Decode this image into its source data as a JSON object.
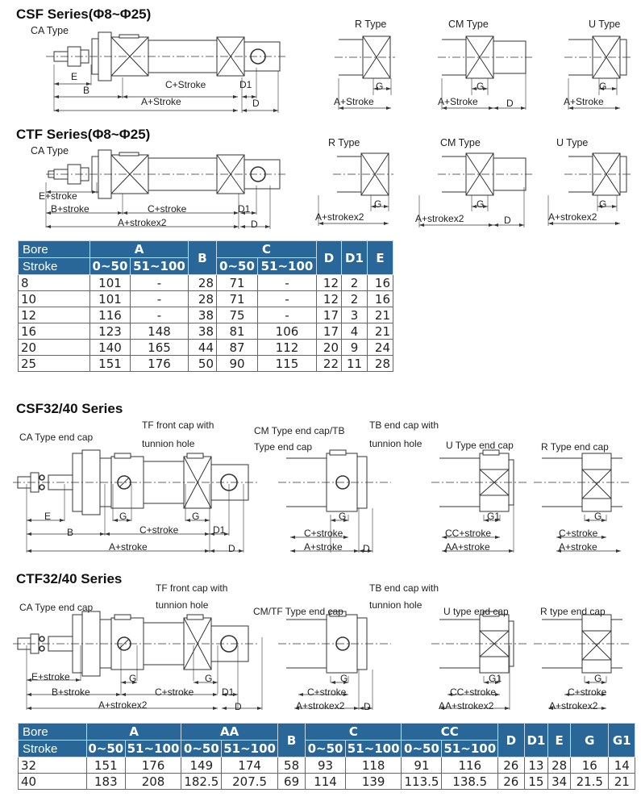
{
  "csf": {
    "title": "CSF Series(Φ8~Φ25)",
    "ca_type": "CA Type",
    "r_type": "R Type",
    "cm_type": "CM Type",
    "u_type": "U Type",
    "dims": {
      "e": "E",
      "b": "B",
      "c": "C+Stroke",
      "d1": "D1",
      "a": "A+Stroke",
      "d": "D",
      "g": "G"
    }
  },
  "ctf": {
    "title": "CTF Series(Φ8~Φ25)",
    "ca_type": "CA Type",
    "r_type": "R Type",
    "cm_type": "CM Type",
    "u_type": "U Type",
    "dims": {
      "e": "E+stroke",
      "b": "B+stroke",
      "c": "C+stroke",
      "d1": "D1",
      "a": "A+strokex2",
      "d": "D",
      "g": "G"
    }
  },
  "table1": {
    "header_bore": "Bore",
    "header_stroke": "Stroke",
    "groups": [
      "A",
      "B",
      "C",
      "D",
      "D1",
      "E"
    ],
    "sub": [
      "0~50",
      "51~100",
      "0~50",
      "51~100"
    ],
    "rows": [
      [
        "8",
        "101",
        "-",
        "28",
        "71",
        "-",
        "12",
        "2",
        "16"
      ],
      [
        "10",
        "101",
        "-",
        "28",
        "71",
        "-",
        "12",
        "2",
        "16"
      ],
      [
        "12",
        "116",
        "-",
        "38",
        "75",
        "-",
        "17",
        "3",
        "21"
      ],
      [
        "16",
        "123",
        "148",
        "38",
        "81",
        "106",
        "17",
        "4",
        "21"
      ],
      [
        "20",
        "140",
        "165",
        "44",
        "87",
        "112",
        "20",
        "9",
        "24"
      ],
      [
        "25",
        "151",
        "176",
        "50",
        "90",
        "115",
        "22",
        "11",
        "28"
      ]
    ]
  },
  "csf32": {
    "title": "CSF32/40 Series",
    "ca_end_cap": "CA Type end cap",
    "tf_cap_1": "TF front cap with",
    "tf_cap_2": "tunnion hole",
    "cm_cap_1": "CM Type end cap/TB",
    "cm_cap_2": "Type end cap",
    "tb_cap_1": "TB end cap with",
    "tb_cap_2": "tunnion hole",
    "u_cap": "U Type end cap",
    "r_cap": "R Type end cap",
    "dims": {
      "e": "E",
      "g": "G",
      "g1": "G1",
      "b": "B",
      "c": "C+stroke",
      "cc": "CC+stroke",
      "d1": "D1",
      "a": "A+stroke",
      "aa": "AA+stroke",
      "d": "D"
    }
  },
  "ctf32": {
    "title": "CTF32/40 Series",
    "ca_end_cap": "CA Type end cap",
    "tf_cap_1": "TF front cap with",
    "tf_cap_2": "tunnion hole",
    "cm_cap": "CM/TF Type end cap",
    "tb_cap_1": "TB end cap with",
    "tb_cap_2": "tunnion hole",
    "u_cap": "U type end cap",
    "r_cap": "R type end cap",
    "dims": {
      "e": "E+stroke",
      "g": "G",
      "g1": "G1",
      "b": "B+stroke",
      "c": "C+stroke",
      "cc": "CC+stroke",
      "d1": "D1",
      "a": "A+strokex2",
      "aa": "AA+strokex2",
      "d": "D"
    }
  },
  "table2": {
    "header_bore": "Bore",
    "header_stroke": "Stroke",
    "groups": [
      "A",
      "AA",
      "B",
      "C",
      "CC",
      "D",
      "D1",
      "E",
      "G",
      "G1"
    ],
    "sub": [
      "0~50",
      "51~100",
      "0~50",
      "51~100",
      "0~50",
      "51~100",
      "0~50",
      "51~100"
    ],
    "rows": [
      [
        "32",
        "151",
        "176",
        "149",
        "174",
        "58",
        "93",
        "118",
        "91",
        "116",
        "26",
        "13",
        "28",
        "16",
        "14"
      ],
      [
        "40",
        "183",
        "208",
        "182.5",
        "207.5",
        "69",
        "114",
        "139",
        "113.5",
        "138.5",
        "26",
        "15",
        "34",
        "21.5",
        "21"
      ]
    ]
  }
}
